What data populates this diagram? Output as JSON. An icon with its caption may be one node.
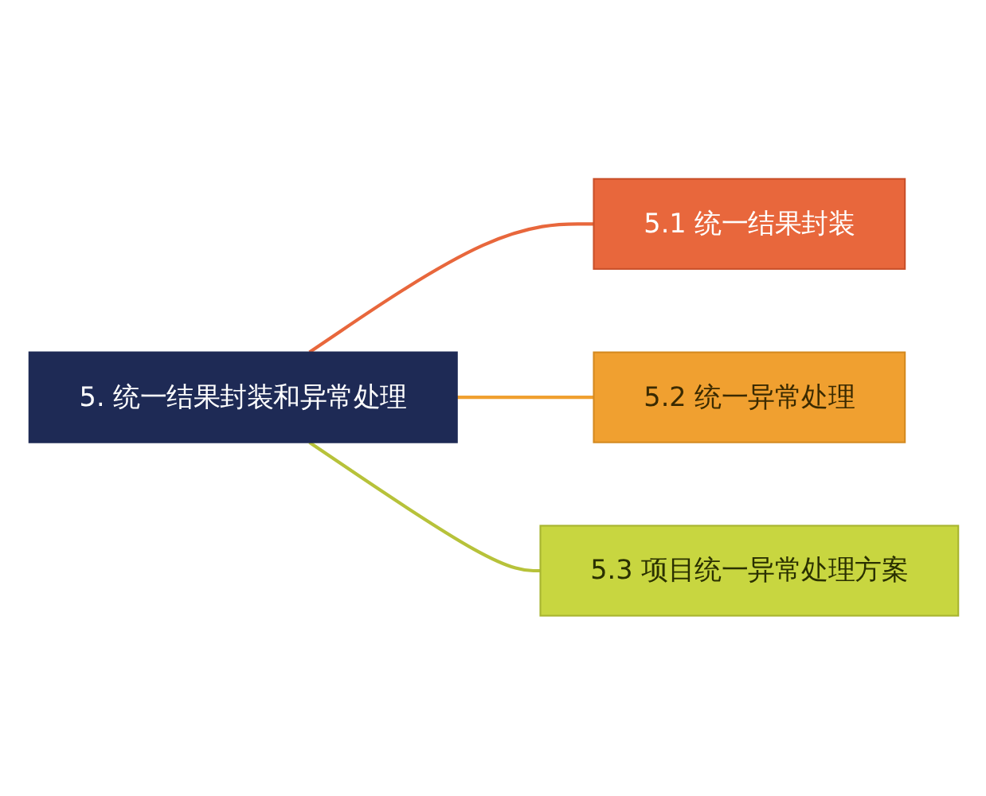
{
  "diagram": {
    "nodes": [
      {
        "text": [
          "5. 统一结果封装和异常处理"
        ]
      },
      {
        "text": [
          "5.1 统一结果封装"
        ]
      },
      {
        "text": [
          "5.2 统一异常处理"
        ]
      },
      {
        "text": [
          "5.3 项目统一异常处理方案"
        ]
      }
    ],
    "edges": [
      {
        "from": 0,
        "to": 1,
        "arrow": "none",
        "color": "#e8673c"
      },
      {
        "from": 0,
        "to": 2,
        "arrow": "none",
        "color": "#f0a030"
      },
      {
        "from": 0,
        "to": 3,
        "arrow": "none",
        "color": "#b7c23a"
      }
    ]
  }
}
